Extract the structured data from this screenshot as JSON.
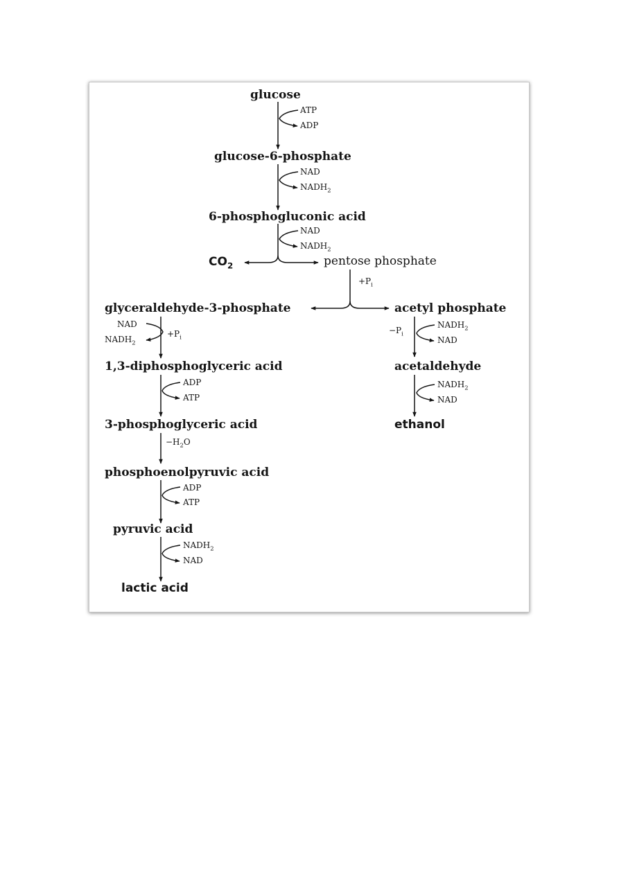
{
  "pathway": {
    "glucose": "glucose",
    "glucose_6_phosphate": "glucose-6-phosphate",
    "phosphogluconic_acid": "6-phosphogluconic acid",
    "co2": {
      "base": "CO",
      "sub": "2"
    },
    "pentose_phosphate": "pentose phosphate",
    "glyceraldehyde_3_phosphate": "glyceraldehyde-3-phosphate",
    "acetyl_phosphate": "acetyl phosphate",
    "diphosphoglyceric_acid": "1,3-diphosphoglyceric acid",
    "acetaldehyde": "acetaldehyde",
    "phosphoglyceric_acid": "3-phosphoglyceric acid",
    "ethanol": "ethanol",
    "phosphoenolpyruvic_acid": "phosphoenolpyruvic acid",
    "pyruvic_acid": "pyruvic acid",
    "lactic_acid": "lactic acid"
  },
  "cofactors": {
    "s1_in": "ATP",
    "s1_out": "ADP",
    "s2_in": "NAD",
    "s2_out": {
      "base": "NADH",
      "sub": "2"
    },
    "s3_in": "NAD",
    "s3_out": {
      "base": "NADH",
      "sub": "2"
    },
    "pentose_split": {
      "base": "+P",
      "sub": "i"
    },
    "left1_in": "NAD",
    "left1_out": {
      "base": "NADH",
      "sub": "2"
    },
    "left1_pi": {
      "base": "+P",
      "sub": "i"
    },
    "right1_pi": {
      "base": "−P",
      "sub": "i"
    },
    "right1_in": {
      "base": "NADH",
      "sub": "2"
    },
    "right1_out": "NAD",
    "left2_in": "ADP",
    "left2_out": "ATP",
    "right2_in": {
      "base": "NADH",
      "sub": "2"
    },
    "right2_out": "NAD",
    "left3": {
      "pre": "−H",
      "sub": "2",
      "post": "O"
    },
    "left4_in": "ADP",
    "left4_out": "ATP",
    "left5_in": {
      "base": "NADH",
      "sub": "2"
    },
    "left5_out": "NAD"
  },
  "colors": {
    "ink": "#141414",
    "frame_border": "#c8c8c8"
  }
}
